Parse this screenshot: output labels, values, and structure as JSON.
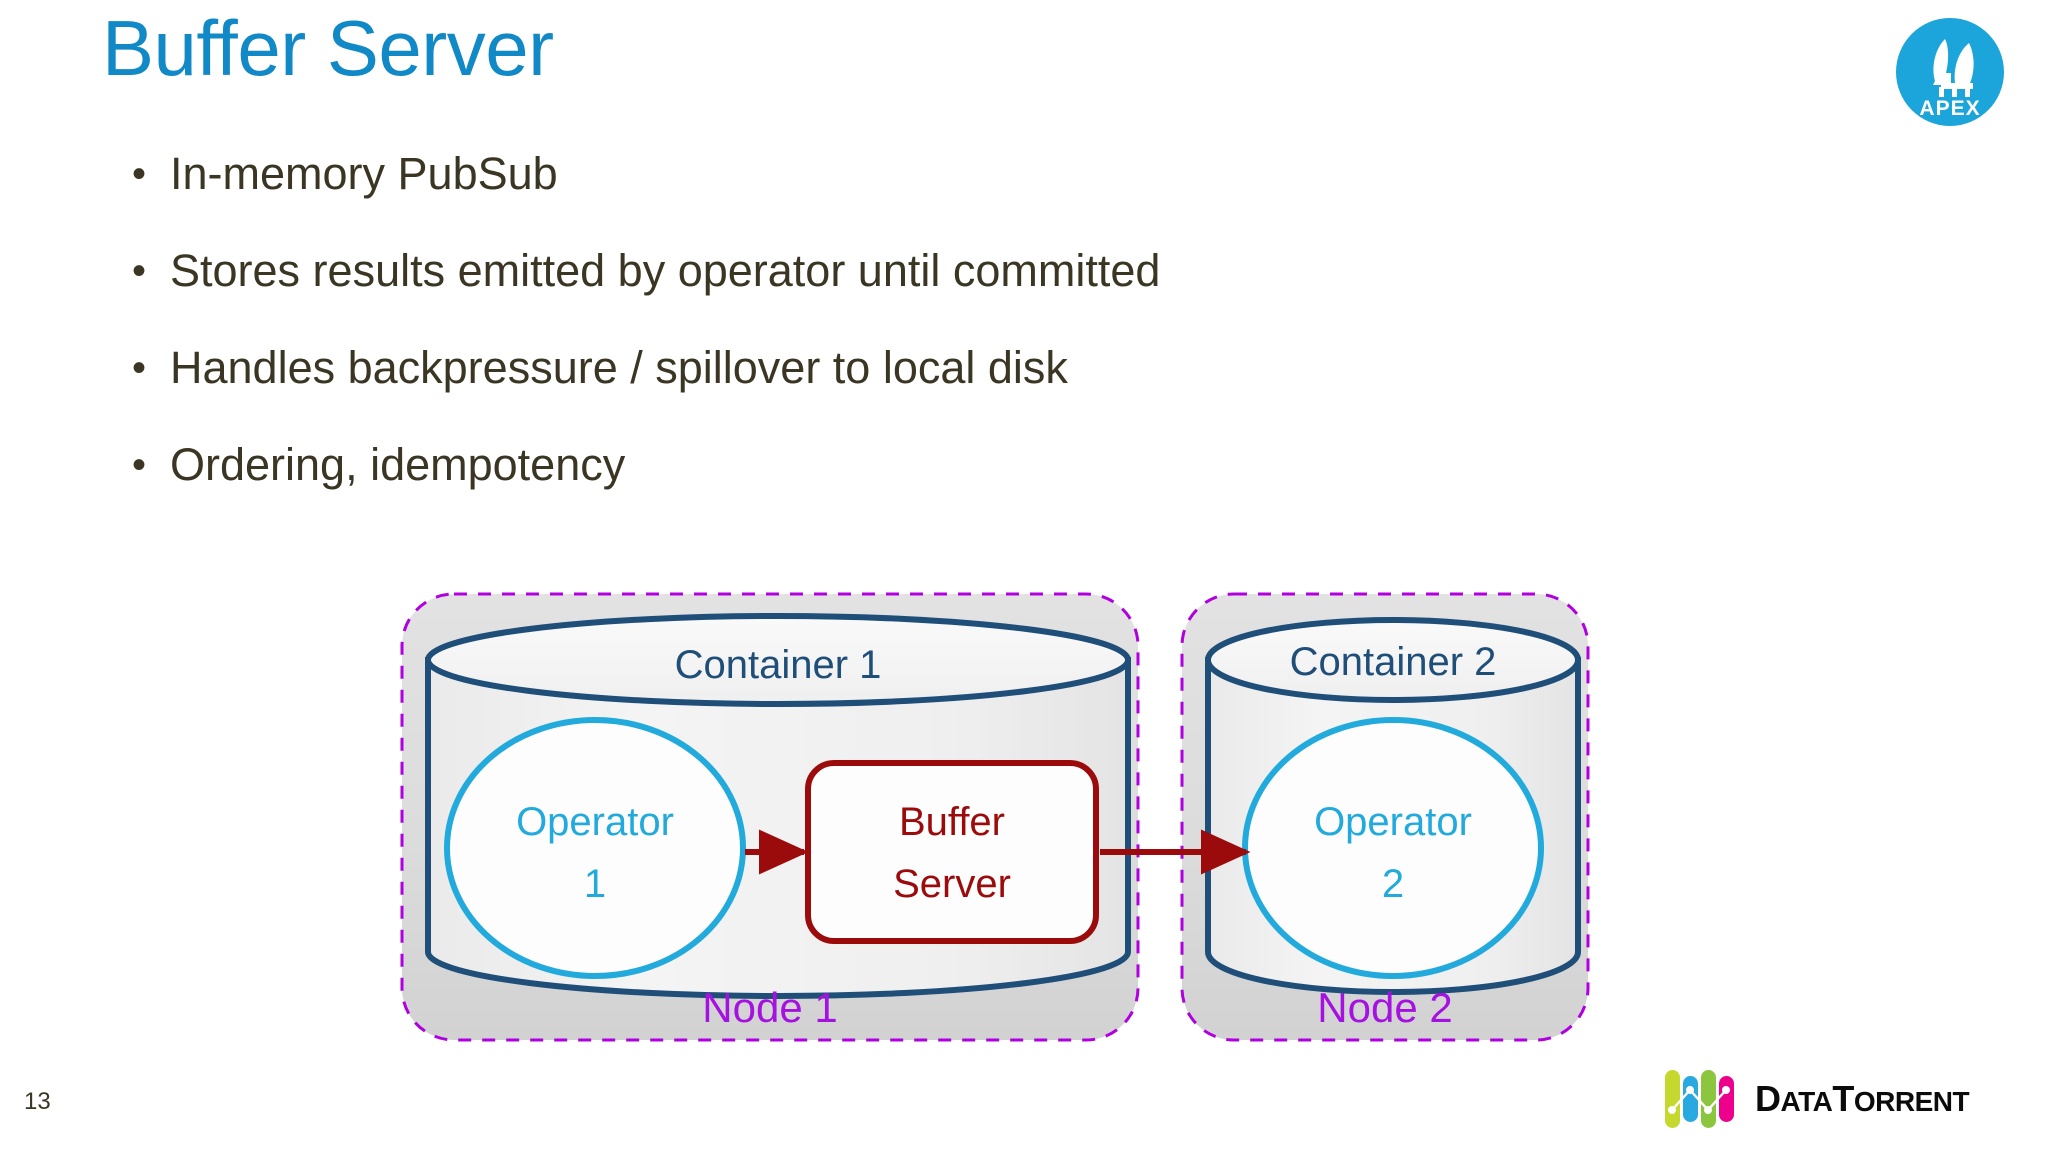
{
  "slide": {
    "title": "Buffer Server",
    "page_number": "13",
    "title_color": "#1289C7",
    "body_text_color": "#3B3524"
  },
  "bullets": [
    {
      "marker": "•",
      "text": "In-memory PubSub"
    },
    {
      "marker": "•",
      "text": "Stores results emitted by operator until committed"
    },
    {
      "marker": "•",
      "text": "Handles backpressure / spillover to local disk"
    },
    {
      "marker": "•",
      "text": "Ordering, idempotency"
    }
  ],
  "diagram": {
    "node_border_color": "#B000E0",
    "node_fill_color": "#D9D9D9",
    "container_stroke_color": "#1F4E79",
    "operator_stroke_color": "#22AADD",
    "buffer_stroke_color": "#9C0B0B",
    "arrow_color": "#9C0B0B",
    "nodes": [
      {
        "node_label": "Node 1",
        "container_label": "Container 1",
        "operator_label_line1": "Operator",
        "operator_label_line2": "1",
        "buffer_label_line1": "Buffer",
        "buffer_label_line2": "Server"
      },
      {
        "node_label": "Node 2",
        "container_label": "Container 2",
        "operator_label_line1": "Operator",
        "operator_label_line2": "2"
      }
    ]
  },
  "logos": {
    "apex": {
      "name": "apex-logo",
      "wordmark": "APEX",
      "circle_color": "#1CA5DB"
    },
    "datatorrent": {
      "name": "datatorrent-logo",
      "word_part1": "D",
      "word_part2": "ATA",
      "word_part3": "T",
      "word_part4": "ORRENT",
      "bar_colors": [
        "#C4D82E",
        "#29A9E0",
        "#8CC63F",
        "#EC008C"
      ]
    }
  }
}
